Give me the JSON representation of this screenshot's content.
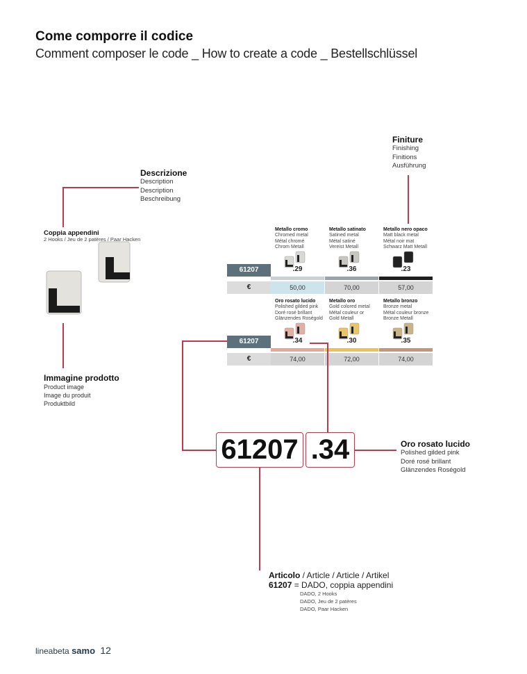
{
  "header": {
    "title": "Come comporre il codice",
    "subtitle": "Comment composer le code _ How to create a code _ Bestellschlüssel"
  },
  "finiture": {
    "title": "Finiture",
    "lines": [
      "Finishing",
      "Finitions",
      "Ausführung"
    ]
  },
  "descrizione": {
    "title": "Descrizione",
    "lines": [
      "Description",
      "Description",
      "Beschreibung"
    ]
  },
  "product": {
    "name": "Coppia appendini",
    "translations": "2 Hooks / Jeu de 2 patères / Paar Hacken"
  },
  "immagine": {
    "title": "Immagine prodotto",
    "lines": [
      "Product image",
      "Image du produit",
      "Produktbild"
    ]
  },
  "table": {
    "code": "61207",
    "currency": "€",
    "rows": [
      [
        {
          "name": "Metallo cromo",
          "t": [
            "Chromed metal",
            "Métal chromé",
            "Chrom Metall"
          ],
          "code": ".29",
          "price": "50,00",
          "color": "#c9cfd3",
          "hook": "#d8d8d4"
        },
        {
          "name": "Metallo satinato",
          "t": [
            "Satined metal",
            "Métal satiné",
            "Vereist Metall"
          ],
          "code": ".36",
          "price": "70,00",
          "color": "#9aa3a8",
          "hook": "#c8c6c0"
        },
        {
          "name": "Metallo nero opaco",
          "t": [
            "Matt black metal",
            "Métal noir mat",
            "Schwarz Matt Metall"
          ],
          "code": ".23",
          "price": "57,00",
          "color": "#1e1e1e",
          "hook": "#222222"
        }
      ],
      [
        {
          "name": "Oro rosato lucido",
          "t": [
            "Polished gilded pink",
            "Doré rosé brillant",
            "Glänzendes Roségold"
          ],
          "code": ".34",
          "price": "74,00",
          "color": "#e3a99a",
          "hook": "#e0b0a2"
        },
        {
          "name": "Metallo oro",
          "t": [
            "Gold colored metal",
            "Métal couleur or",
            "Gold Metall"
          ],
          "code": ".30",
          "price": "72,00",
          "color": "#ecc05a",
          "hook": "#e8c46a"
        },
        {
          "name": "Metallo bronzo",
          "t": [
            "Bronze metal",
            "Métal couleur bronze",
            "Bronze Metall"
          ],
          "code": ".35",
          "price": "74,00",
          "color": "#c4977a",
          "hook": "#c9b48a"
        }
      ]
    ]
  },
  "highlight_price_color": "#cde4ec",
  "example": {
    "article": "61207",
    "finish": ".34",
    "finish_name": "Oro rosato lucido",
    "finish_lines": [
      "Polished gilded pink",
      "Doré rosé brillant",
      "Glänzendes Roségold"
    ]
  },
  "articolo": {
    "title": "Articolo",
    "title_rest": " / Article / Article  / Artikel",
    "code": "61207",
    "desc": " = DADO, coppia appendini",
    "lines": [
      "DADO, 2 Hooks",
      "DADO, Jeu de 2 patères",
      "DADO, Paar Hacken"
    ]
  },
  "footer": {
    "brand1": "lineabeta",
    "brand2": "samo",
    "page": "12"
  }
}
